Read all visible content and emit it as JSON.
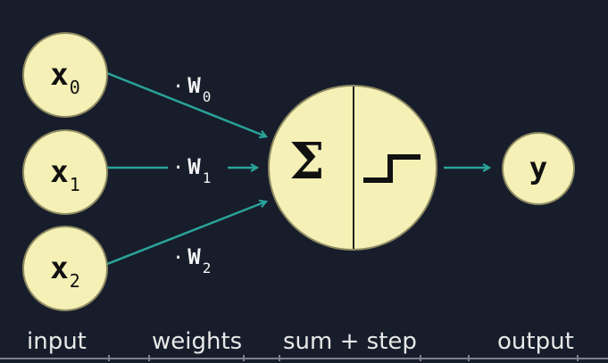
{
  "inputs": [
    {
      "var": "x",
      "sub": "0"
    },
    {
      "var": "x",
      "sub": "1"
    },
    {
      "var": "x",
      "sub": "2"
    }
  ],
  "weights": [
    {
      "dot": "·",
      "var": "W",
      "sub": "0"
    },
    {
      "dot": "·",
      "var": "W",
      "sub": "1"
    },
    {
      "dot": "·",
      "var": "W",
      "sub": "2"
    }
  ],
  "neuron": {
    "sum_symbol": "Σ",
    "step_icon": "step-function-icon"
  },
  "output": {
    "var": "y"
  },
  "labels": {
    "input": "input",
    "weights": "weights",
    "sum_step": "sum + step",
    "output": "output"
  },
  "colors": {
    "background": "#171d2b",
    "node_fill": "#f4f0b6",
    "arrow": "#2aa39a",
    "text": "#f3f3f3"
  }
}
